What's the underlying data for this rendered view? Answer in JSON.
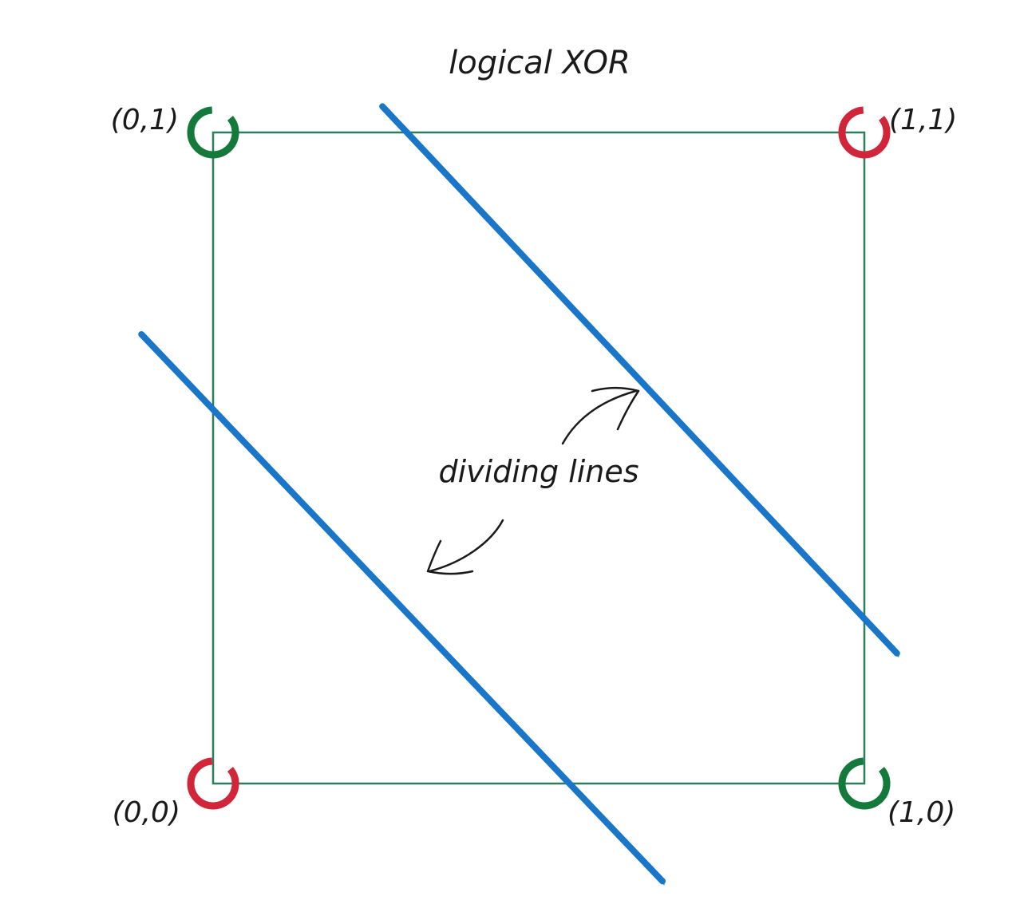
{
  "title": "logical XOR",
  "annotation": "dividing lines",
  "colors": {
    "frame": "#2e7d5b",
    "dividing_line": "#1976c8",
    "class_true": "#147a3c",
    "class_false": "#d1263a",
    "arrow": "#1a1a1a",
    "text": "#1a1a1a"
  },
  "points": [
    {
      "label": "(0,0)",
      "x": 0,
      "y": 0,
      "class": "false"
    },
    {
      "label": "(0,1)",
      "x": 0,
      "y": 1,
      "class": "true"
    },
    {
      "label": "(1,0)",
      "x": 1,
      "y": 0,
      "class": "true"
    },
    {
      "label": "(1,1)",
      "x": 1,
      "y": 1,
      "class": "false"
    }
  ],
  "dividing_lines": [
    {
      "from": [
        -0.11,
        0.69
      ],
      "to": [
        0.69,
        -0.15
      ]
    },
    {
      "from": [
        0.26,
        1.04
      ],
      "to": [
        1.05,
        0.2
      ]
    }
  ]
}
